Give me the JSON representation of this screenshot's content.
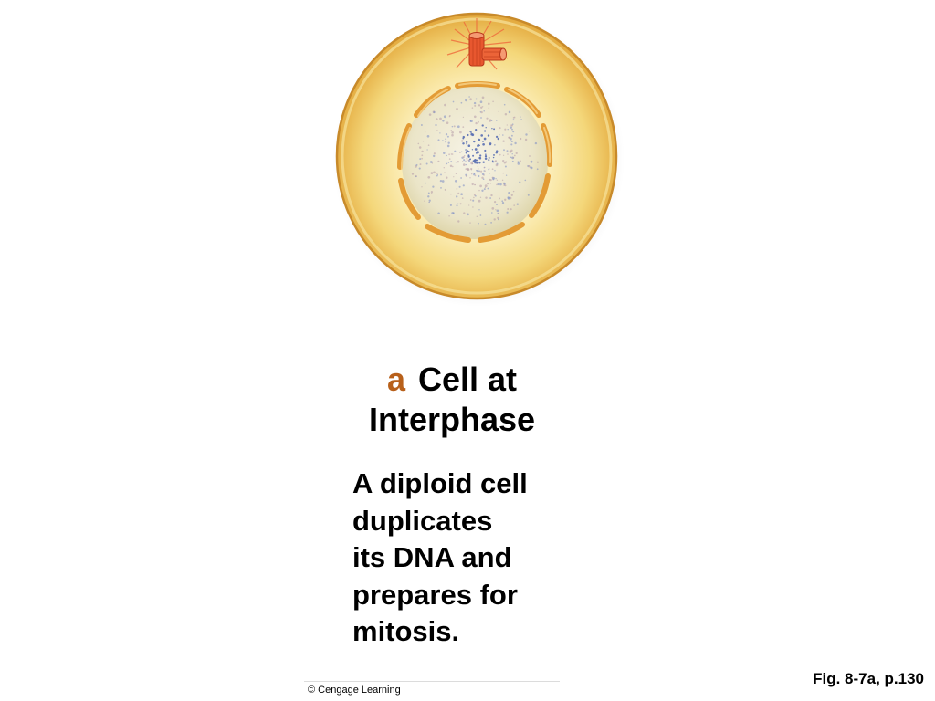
{
  "figure": {
    "panel_letter": "a",
    "title": "Cell at Interphase",
    "description_lines": [
      "A diploid cell",
      "duplicates",
      "its DNA and",
      "prepares for",
      "mitosis."
    ],
    "reference": "Fig. 8-7a, p.130",
    "credit": "© Cengage Learning"
  },
  "colors": {
    "panel_letter": "#b8601a",
    "cytoplasm_edge": "#e0a33a",
    "cytoplasm_center": "#fdf6cf",
    "nucleus": "#ece6cc",
    "nuclear_envelope": "#e9a440",
    "centrosome": "#e8613a",
    "chromatin": "#6a7cb8"
  },
  "icons": {
    "cell": "interphase-cell-illustration",
    "centrosome": "centriole-pair-icon"
  }
}
